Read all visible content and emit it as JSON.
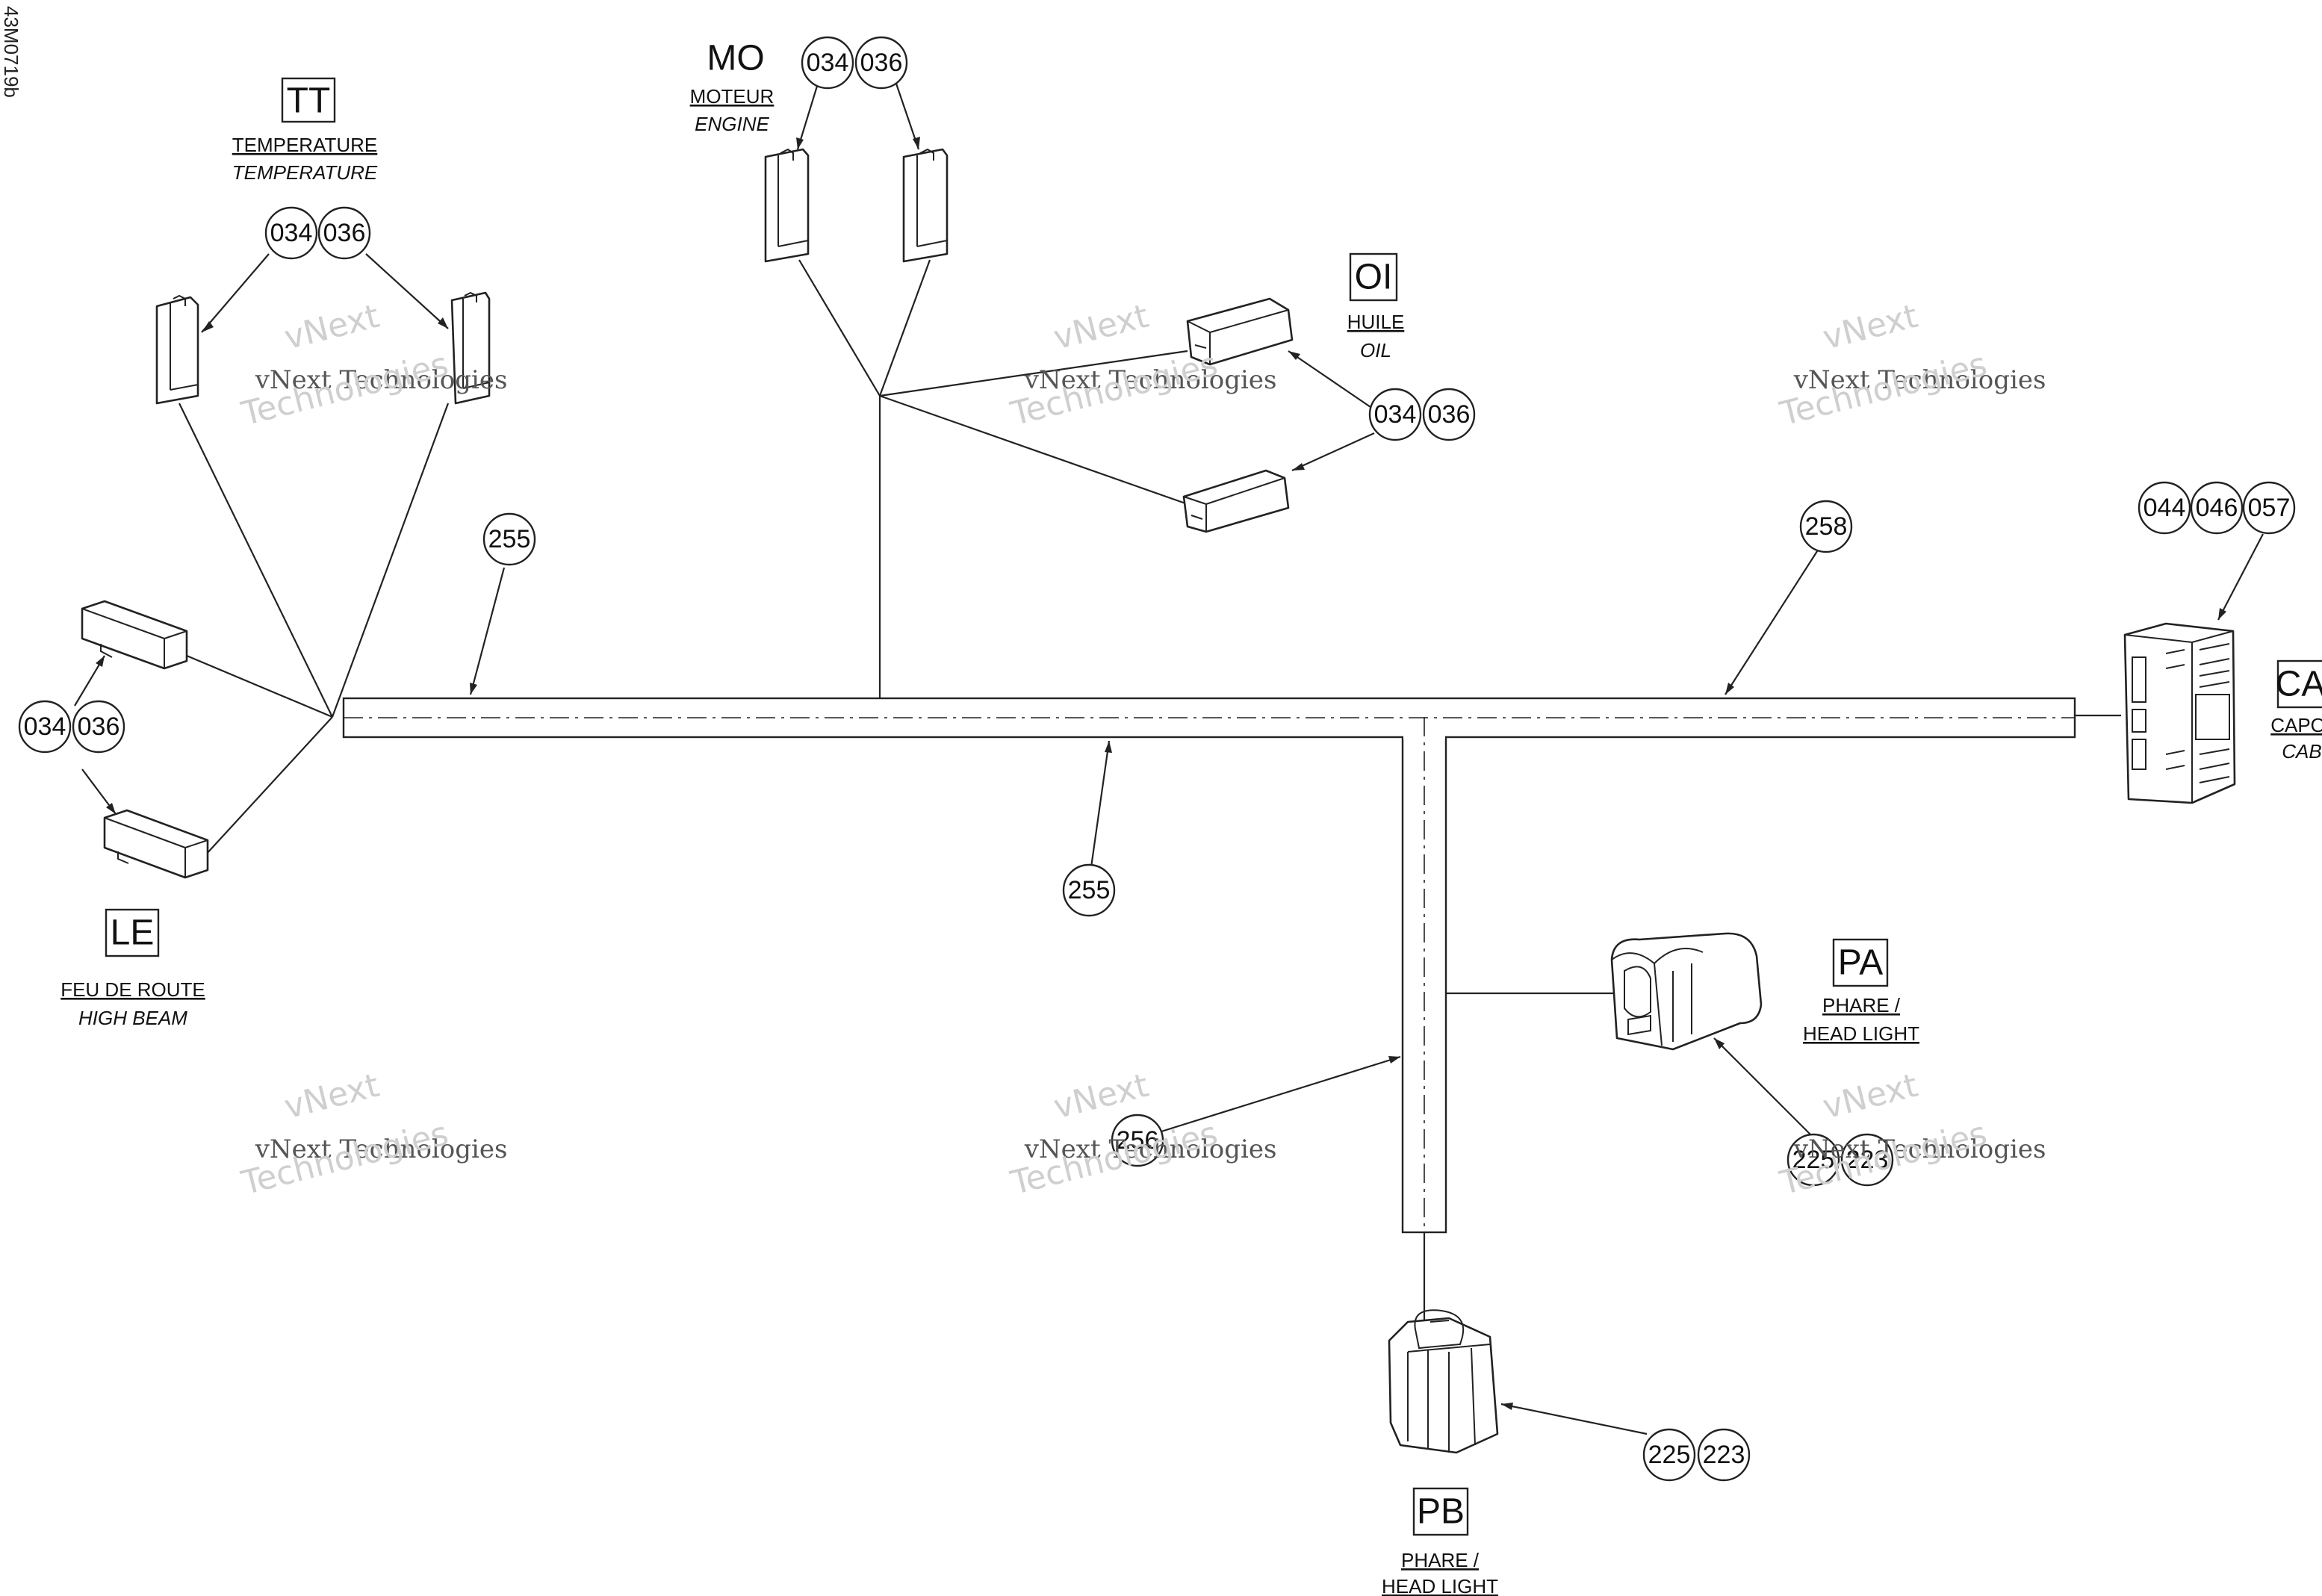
{
  "drawing_id": "43M0719b",
  "watermark": {
    "line1": "vNext",
    "line2": "vNext Technologies",
    "line3": "Technologies"
  },
  "connectors": [
    {
      "code": "TT",
      "label_fr": "TEMPERATURE",
      "label_en": "TEMPERATURE",
      "refs": [
        "034",
        "036"
      ]
    },
    {
      "code": "MO",
      "label_fr": "MOTEUR",
      "label_en": "ENGINE",
      "refs": [
        "034",
        "036"
      ]
    },
    {
      "code": "OI",
      "label_fr": "HUILE",
      "label_en": "OIL",
      "refs": [
        "034",
        "036"
      ]
    },
    {
      "code": "LE",
      "label_fr": "FEU DE ROUTE",
      "label_en": "HIGH BEAM",
      "refs": [
        "034",
        "036"
      ]
    },
    {
      "code": "CA",
      "label_fr": "CAPOT",
      "label_en": "CAB",
      "refs": [
        "044",
        "046",
        "057"
      ]
    },
    {
      "code": "PA",
      "label_fr": "PHARE /",
      "label_en": "HEAD LIGHT",
      "refs": [
        "225",
        "223"
      ]
    },
    {
      "code": "PB",
      "label_fr": "PHARE /",
      "label_en": "HEAD LIGHT",
      "refs": [
        "225",
        "223"
      ]
    }
  ],
  "harness_refs": {
    "left_top": "255",
    "bottom": "255",
    "right": "258",
    "branch": "256"
  }
}
